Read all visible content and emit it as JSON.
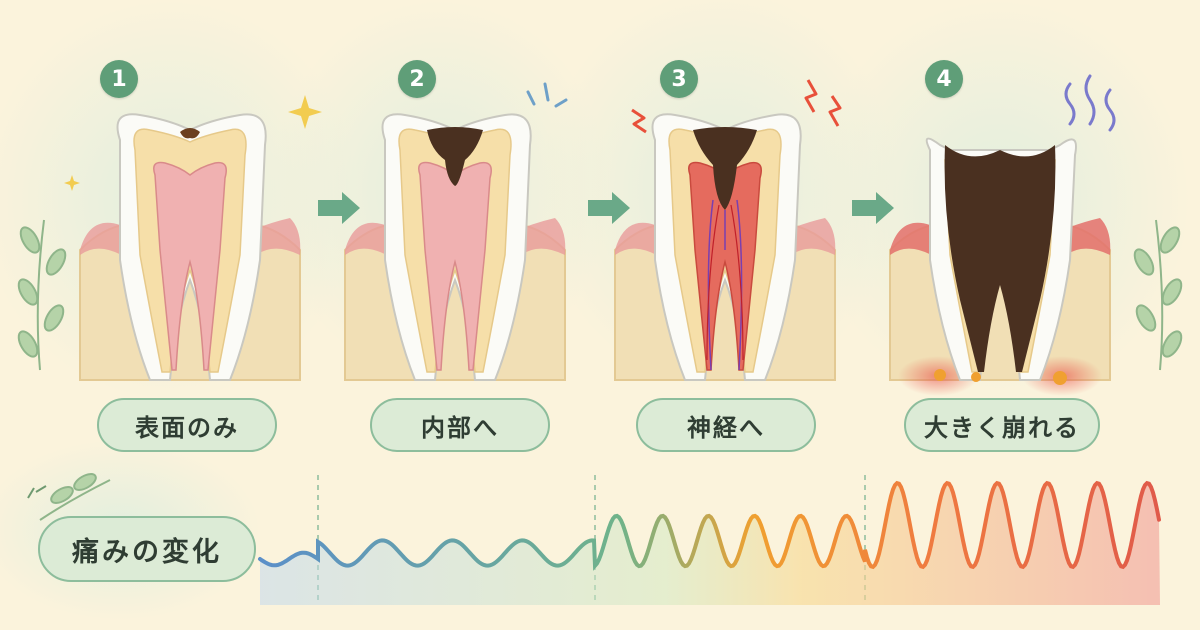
{
  "stages": [
    {
      "number": "1",
      "label": "表面のみ"
    },
    {
      "number": "2",
      "label": "内部へ"
    },
    {
      "number": "3",
      "label": "神経へ"
    },
    {
      "number": "4",
      "label": "大きく崩れる"
    }
  ],
  "pain_chart": {
    "label": "痛みの変化",
    "levels": [
      0.15,
      0.3,
      0.6,
      1.0
    ]
  },
  "colors": {
    "badge": "#5f9e78",
    "decay": "#4a3020",
    "pain_low": "#5b8fc9",
    "pain_mid": "#f0a030",
    "pain_high": "#e05a4a"
  }
}
